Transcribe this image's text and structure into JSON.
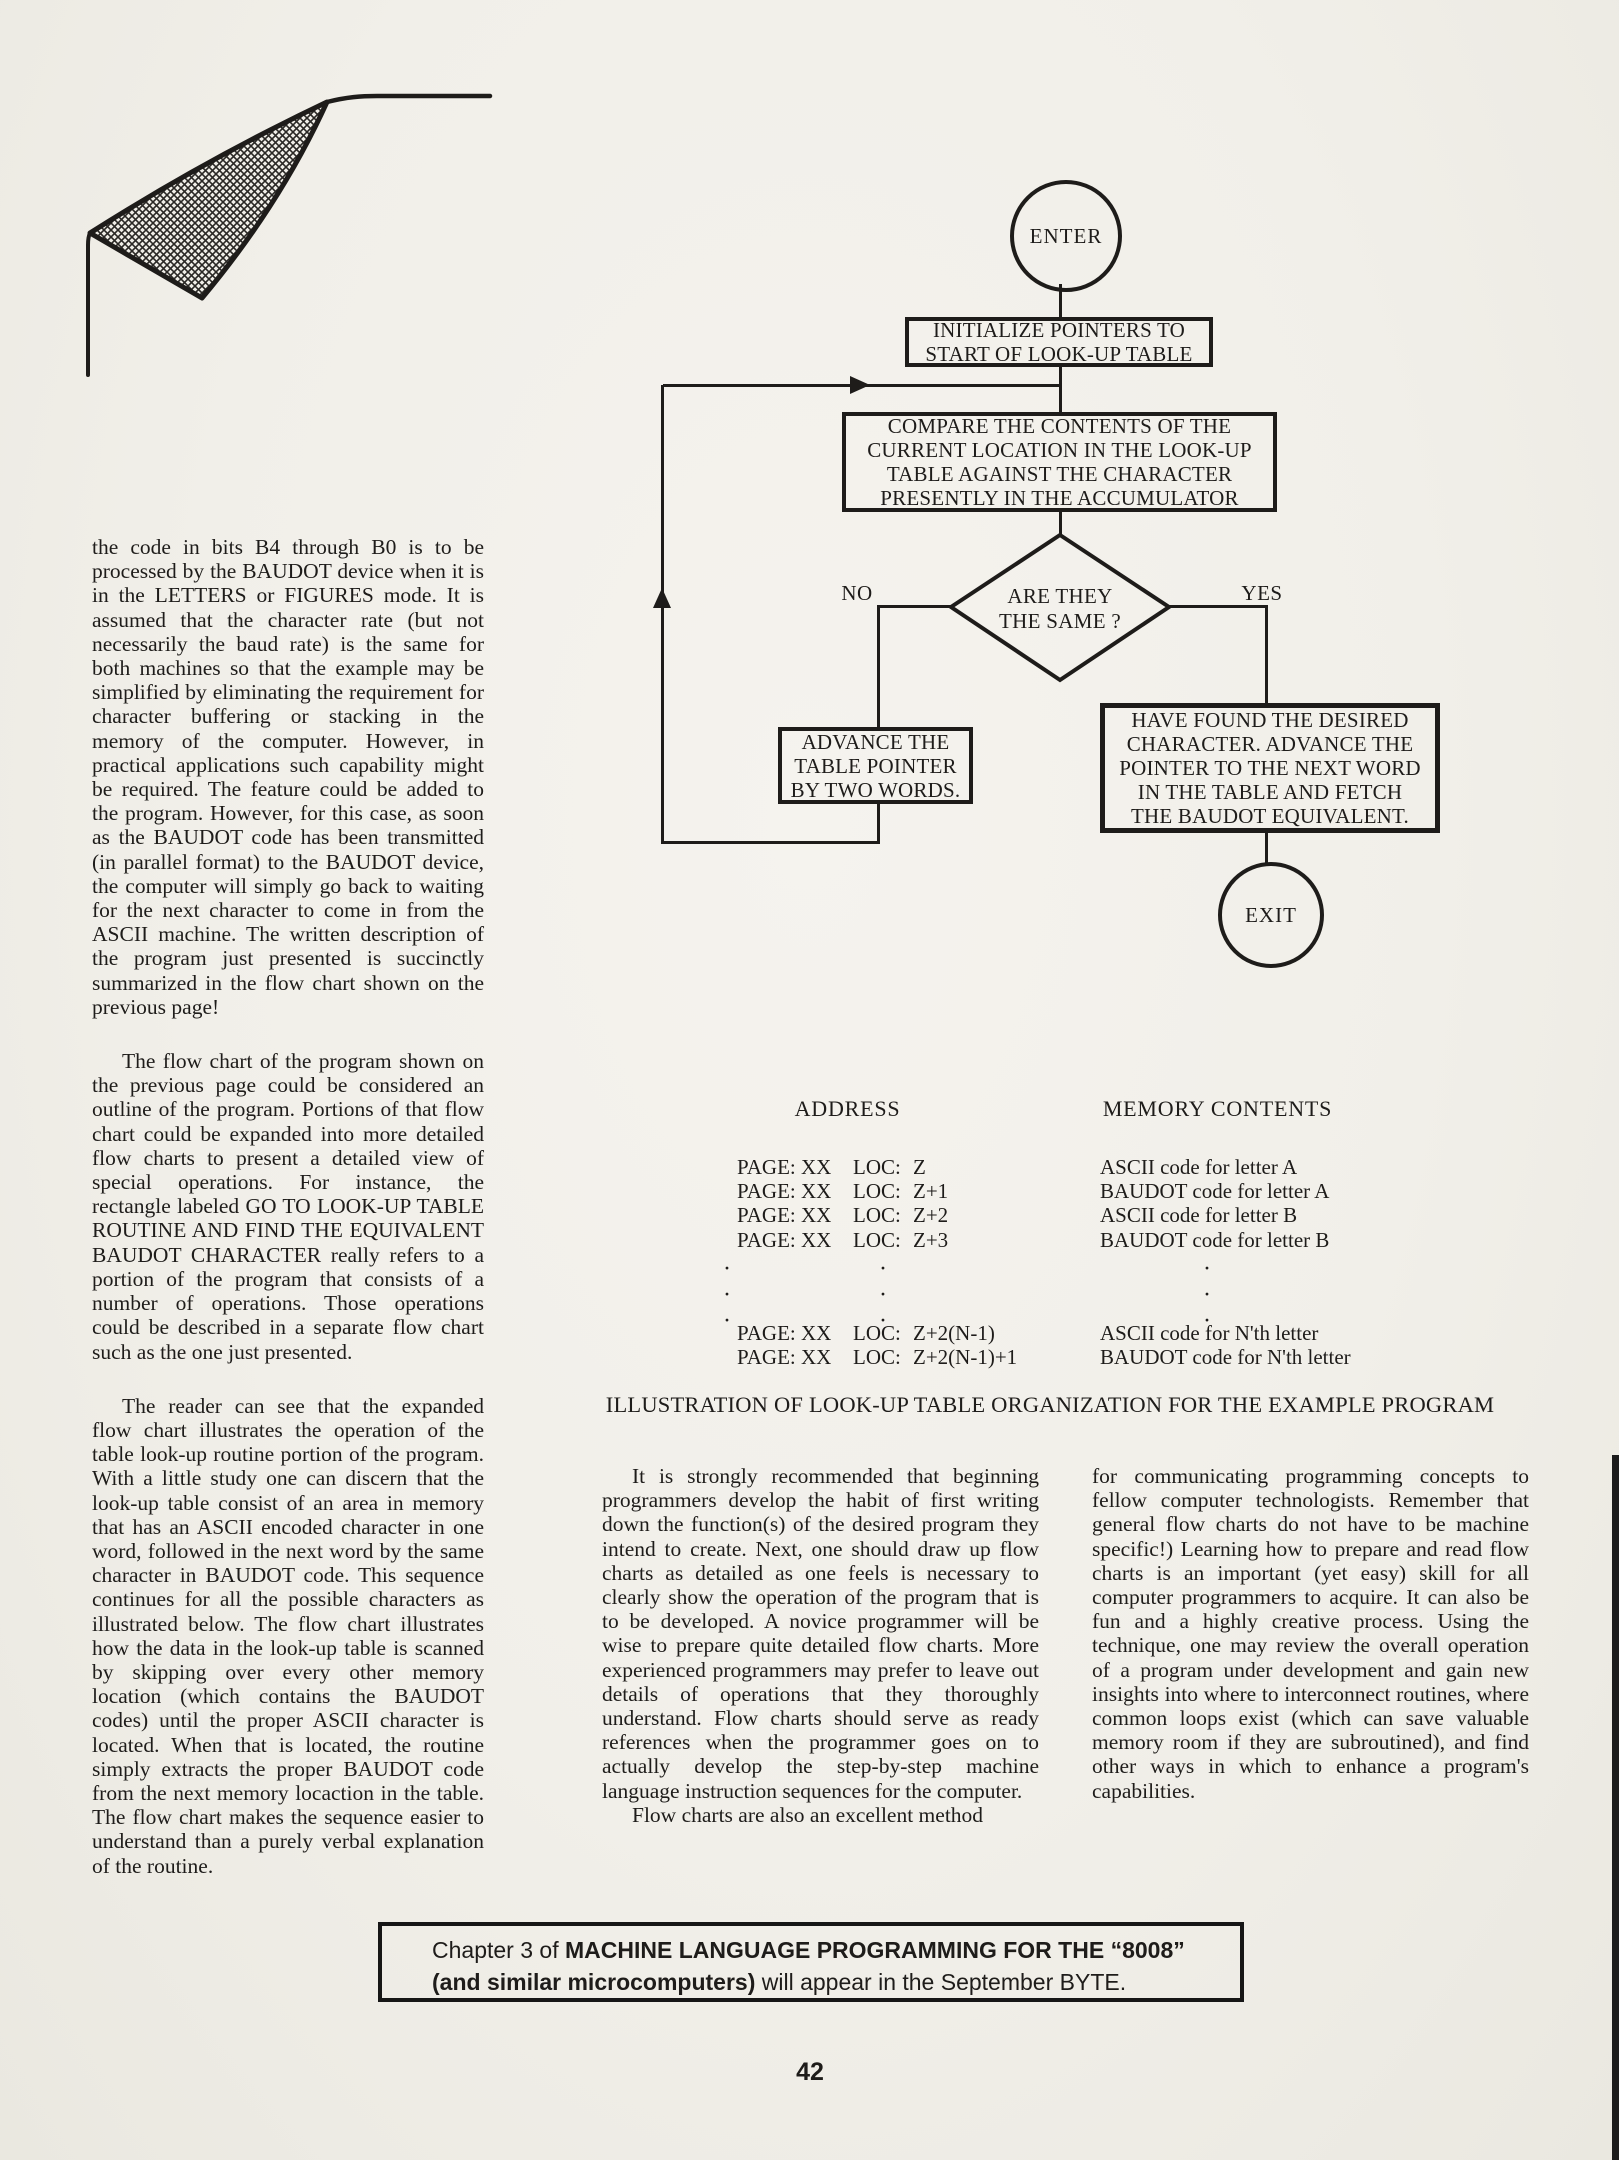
{
  "page": {
    "number": "42"
  },
  "flowchart": {
    "enter_label": "ENTER",
    "init_label": "INITIALIZE POINTERS TO\nSTART OF LOOK-UP TABLE",
    "compare_label": "COMPARE THE CONTENTS OF THE\nCURRENT LOCATION IN THE LOOK-UP\nTABLE AGAINST THE CHARACTER\nPRESENTLY IN THE ACCUMULATOR",
    "decision_label": "ARE THEY\nTHE SAME ?",
    "no_label": "NO",
    "yes_label": "YES",
    "advance_label": "ADVANCE THE\nTABLE POINTER\nBY TWO WORDS.",
    "found_label": "HAVE FOUND THE DESIRED\nCHARACTER. ADVANCE THE\nPOINTER TO THE NEXT WORD\nIN THE TABLE AND FETCH\nTHE BAUDOT EQUIVALENT.",
    "exit_label": "EXIT"
  },
  "article": {
    "col1_p1": "the code in bits B4 through B0 is to be processed by the BAUDOT device when it is in the LETTERS or FIGURES mode. It is assumed that the character rate (but not necessarily the baud rate) is the same for both machines so that the example may be simplified by eliminating the requirement for character buffering or stacking in the memory of the computer. However, in practical applications such capability might be required. The feature could be added to the program. However, for this case, as soon as the BAUDOT code has been transmitted (in parallel format) to the BAUDOT device, the computer will simply go back to waiting for the next character to come in from the ASCII machine. The written description of the program just presented is succinctly summarized in the flow chart shown on the previous page!",
    "col1_p2": "The flow chart of the program shown on the previous page could be considered an outline of the program. Portions of that flow chart could be expanded into more detailed flow charts to present a detailed view of special operations. For instance, the rectangle labeled GO TO LOOK-UP TABLE ROUTINE AND FIND THE EQUIVALENT BAUDOT CHARACTER really refers to a portion of the program that consists of a number of operations. Those operations could be described in a separate flow chart such as the one just presented.",
    "col1_p3": "The reader can see that the expanded flow chart illustrates the operation of the table look-up routine portion of the program. With a little study one can discern that the look-up table consist of an area in memory that has an ASCII encoded character in one word, followed in the next word by the same character in BAUDOT code. This sequence continues for all the possible characters as illustrated below. The flow chart illustrates how the data in the look-up table is scanned by skipping over every other memory location (which contains the BAUDOT codes) until the proper ASCII character is located. When that is located, the routine simply extracts the proper BAUDOT code from the next memory locaction in the table. The flow chart makes the sequence easier to understand than a purely verbal explanation of the routine.",
    "col2_p1": "It is strongly recommended that beginning programmers develop the habit of first writing down the function(s) of the desired program they intend to create. Next, one should draw up flow charts as detailed as one feels is necessary to clearly show the operation of the program that is to be developed. A novice programmer will be wise to prepare quite detailed flow charts. More experienced programmers may prefer to leave out details of operations that they thoroughly understand. Flow charts should serve as ready references when the programmer goes on to actually develop the step-by-step machine language instruction sequences for the computer.",
    "col2_p2": "Flow charts are also an excellent method",
    "col3_p1": "for communicating programming concepts to fellow computer technologists. Remember that general flow charts do not have to be machine specific!) Learning how to prepare and read flow charts is an important (yet easy) skill for all computer programmers to acquire. It can also be fun and a highly creative process. Using the technique, one may review the overall operation of a program under development and gain new insights into where to interconnect routines, where common loops exist (which can save valuable memory room if they are subroutined), and find other ways in which to enhance a program's capabilities."
  },
  "table": {
    "header_address": "ADDRESS",
    "header_memory": "MEMORY CONTENTS",
    "rows": [
      {
        "page": "PAGE: XX",
        "loc": "LOC:",
        "val": "Z",
        "content": "ASCII code for letter A"
      },
      {
        "page": "PAGE: XX",
        "loc": "LOC:",
        "val": "Z+1",
        "content": "BAUDOT code for letter A"
      },
      {
        "page": "PAGE: XX",
        "loc": "LOC:",
        "val": "Z+2",
        "content": "ASCII code for letter B"
      },
      {
        "page": "PAGE: XX",
        "loc": "LOC:",
        "val": "Z+3",
        "content": "BAUDOT code for letter B"
      }
    ],
    "dots": "·\n·\n·",
    "rows2": [
      {
        "page": "PAGE: XX",
        "loc": "LOC:",
        "val": "Z+2(N-1)",
        "content": "ASCII code for N'th letter"
      },
      {
        "page": "PAGE: XX",
        "loc": "LOC:",
        "val": "Z+2(N-1)+1",
        "content": "BAUDOT code for N'th letter"
      }
    ],
    "caption": "ILLUSTRATION OF LOOK-UP TABLE ORGANIZATION FOR THE EXAMPLE PROGRAM"
  },
  "footer": {
    "seg1": "Chapter 3 of ",
    "seg2": "MACHINE LANGUAGE PROGRAMMING FOR THE “8008” (and similar microcomputers)",
    "seg3": " will appear in the September BYTE."
  }
}
